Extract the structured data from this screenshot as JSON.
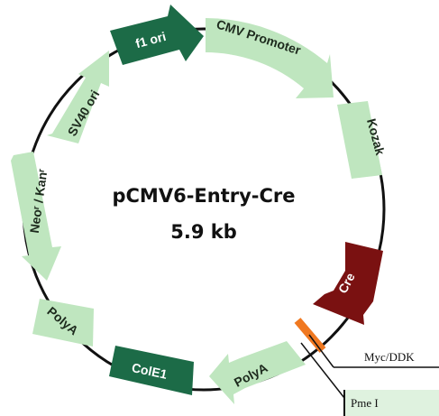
{
  "plasmid": {
    "name": "pCMV6-Entry-Cre",
    "size": "5.9 kb"
  },
  "features": [
    {
      "id": "f1-ori",
      "label": "f1 ori",
      "style": "dark"
    },
    {
      "id": "cmv-promoter",
      "label": "CMV Promoter",
      "style": "light"
    },
    {
      "id": "kozak",
      "label": "Kozak",
      "style": "light"
    },
    {
      "id": "cre",
      "label": "Cre",
      "style": "red"
    },
    {
      "id": "polya-right",
      "label": "PolyA",
      "style": "light"
    },
    {
      "id": "cole1",
      "label": "ColE1",
      "style": "dark"
    },
    {
      "id": "polya-left",
      "label": "PolyA",
      "style": "light"
    },
    {
      "id": "neo-kan",
      "label": "Neoʳ / Kanʳ",
      "style": "light"
    },
    {
      "id": "sv40-ori",
      "label": "SV40 ori",
      "style": "light"
    }
  ],
  "callouts": [
    {
      "id": "myc-ddk",
      "label": "Myc/DDK"
    },
    {
      "id": "pme1",
      "label": "Pme I"
    }
  ],
  "colors": {
    "backbone": "#111111",
    "light_feature": "#bfe6bf",
    "dark_feature": "#1c6b47",
    "cre_feature": "#7a1111",
    "tag_marker": "#f07820"
  }
}
